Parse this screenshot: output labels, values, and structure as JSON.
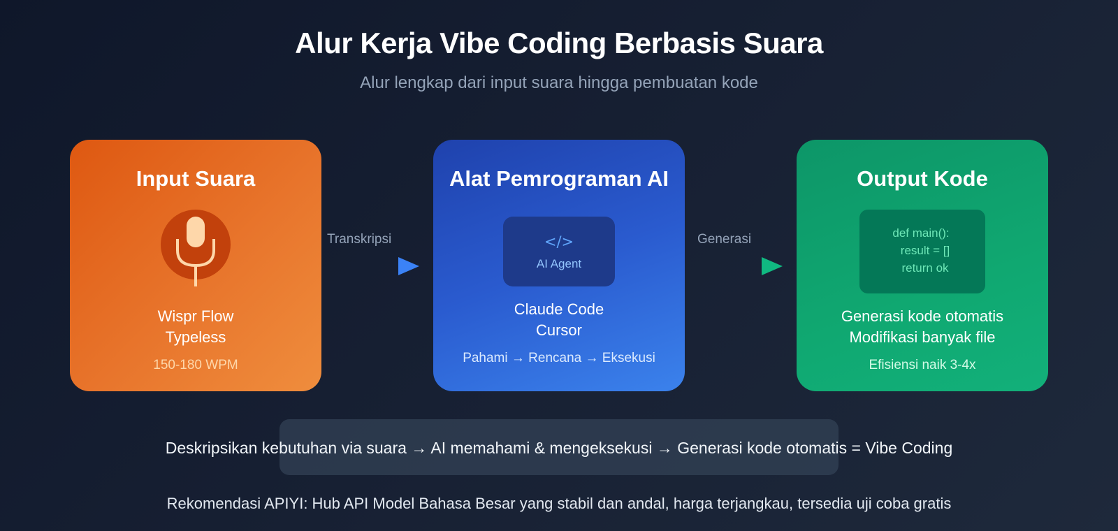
{
  "header": {
    "title": "Alur Kerja Vibe Coding Berbasis Suara",
    "subtitle": "Alur lengkap dari input suara hingga pembuatan kode"
  },
  "colors": {
    "background": "#0f172a",
    "input_card": "#e8752c",
    "ai_card": "#2a5bcf",
    "output_card": "#10a871",
    "arrow_blue": "#3b82f6",
    "arrow_green": "#10b981"
  },
  "cards": [
    {
      "title": "Input Suara",
      "icon": "microphone-icon",
      "tools": [
        "Wispr Flow",
        "Typeless"
      ],
      "note": "150-180 WPM"
    },
    {
      "title": "Alat Pemrograman AI",
      "icon": "code-icon",
      "icon_glyph": "</>",
      "badge": "AI Agent",
      "tools": [
        "Claude Code",
        "Cursor"
      ],
      "note": "Pahami → Rencana → Eksekusi"
    },
    {
      "title": "Output Kode",
      "code": [
        "def main():",
        "result = []",
        "return ok"
      ],
      "features": [
        "Generasi kode otomatis",
        "Modifikasi banyak file"
      ],
      "note": "Efisiensi naik 3-4x"
    }
  ],
  "arrows": [
    {
      "label": "Transkripsi",
      "icon": "arrow-right-icon"
    },
    {
      "label": "Generasi",
      "icon": "arrow-right-icon"
    }
  ],
  "summary": "Deskripsikan kebutuhan via suara → AI memahami & mengeksekusi → Generasi kode otomatis = Vibe Coding",
  "footer": "Rekomendasi APIYI: Hub API Model Bahasa Besar yang stabil dan andal, harga terjangkau, tersedia uji coba gratis"
}
